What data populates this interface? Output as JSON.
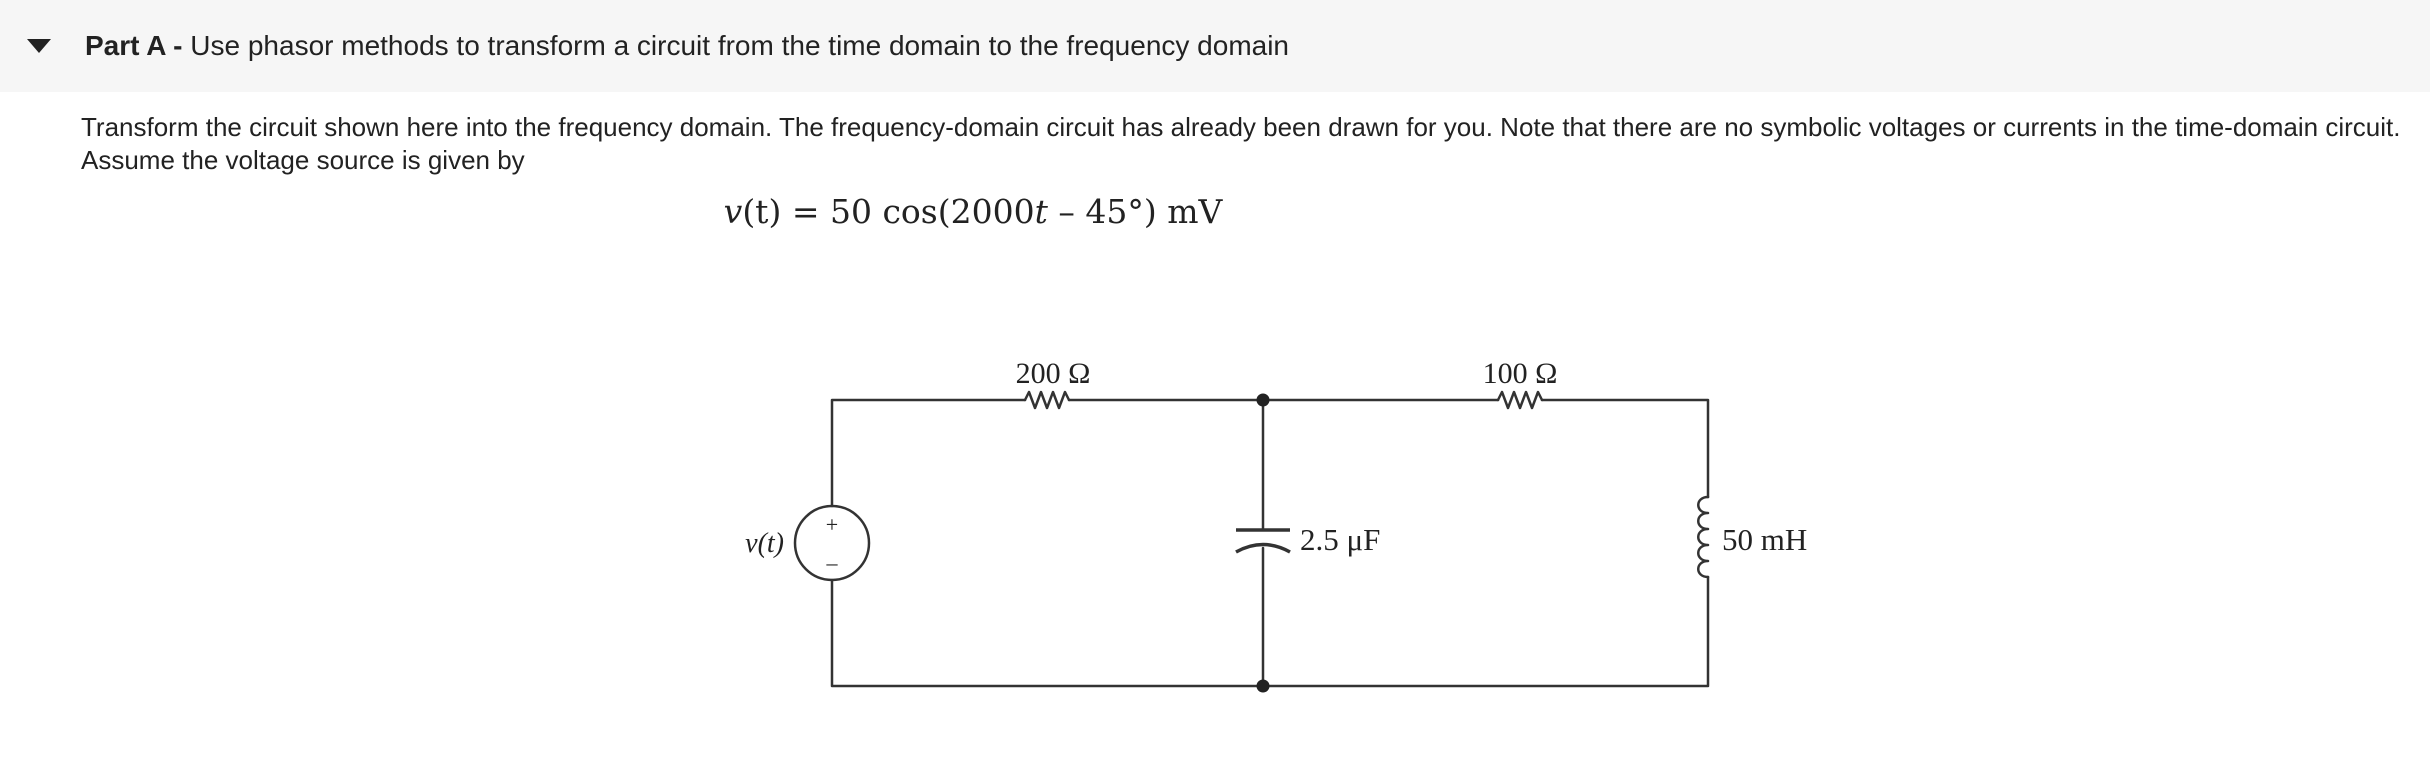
{
  "part": {
    "label": "Part A -",
    "title": "Use phasor methods to transform a circuit from the time domain to the frequency domain"
  },
  "problem": {
    "instructions": "Transform the circuit shown here into the frequency domain. The frequency-domain circuit has already been drawn for you. Note that there are no symbolic voltages or currents in the time-domain circuit. Assume the voltage source is given by",
    "formula": {
      "lhs_var": "v",
      "lhs_arg": "(t)",
      "equals": " = ",
      "rhs_pre": "50 cos(2000",
      "rhs_var": "t",
      "rhs_post": " – 45°) mV"
    }
  },
  "circuit": {
    "source_label": "v(t)",
    "source_plus": "+",
    "source_minus": "–",
    "resistor1_label": "200 Ω",
    "resistor2_label": "100 Ω",
    "capacitor_label": "2.5 μF",
    "inductor_label": "50 mH"
  },
  "colors": {
    "header_background": "#f6f6f6",
    "text": "#222222",
    "wire": "#333333"
  },
  "icons": {
    "collapse_toggle": "triangle-down-icon"
  }
}
